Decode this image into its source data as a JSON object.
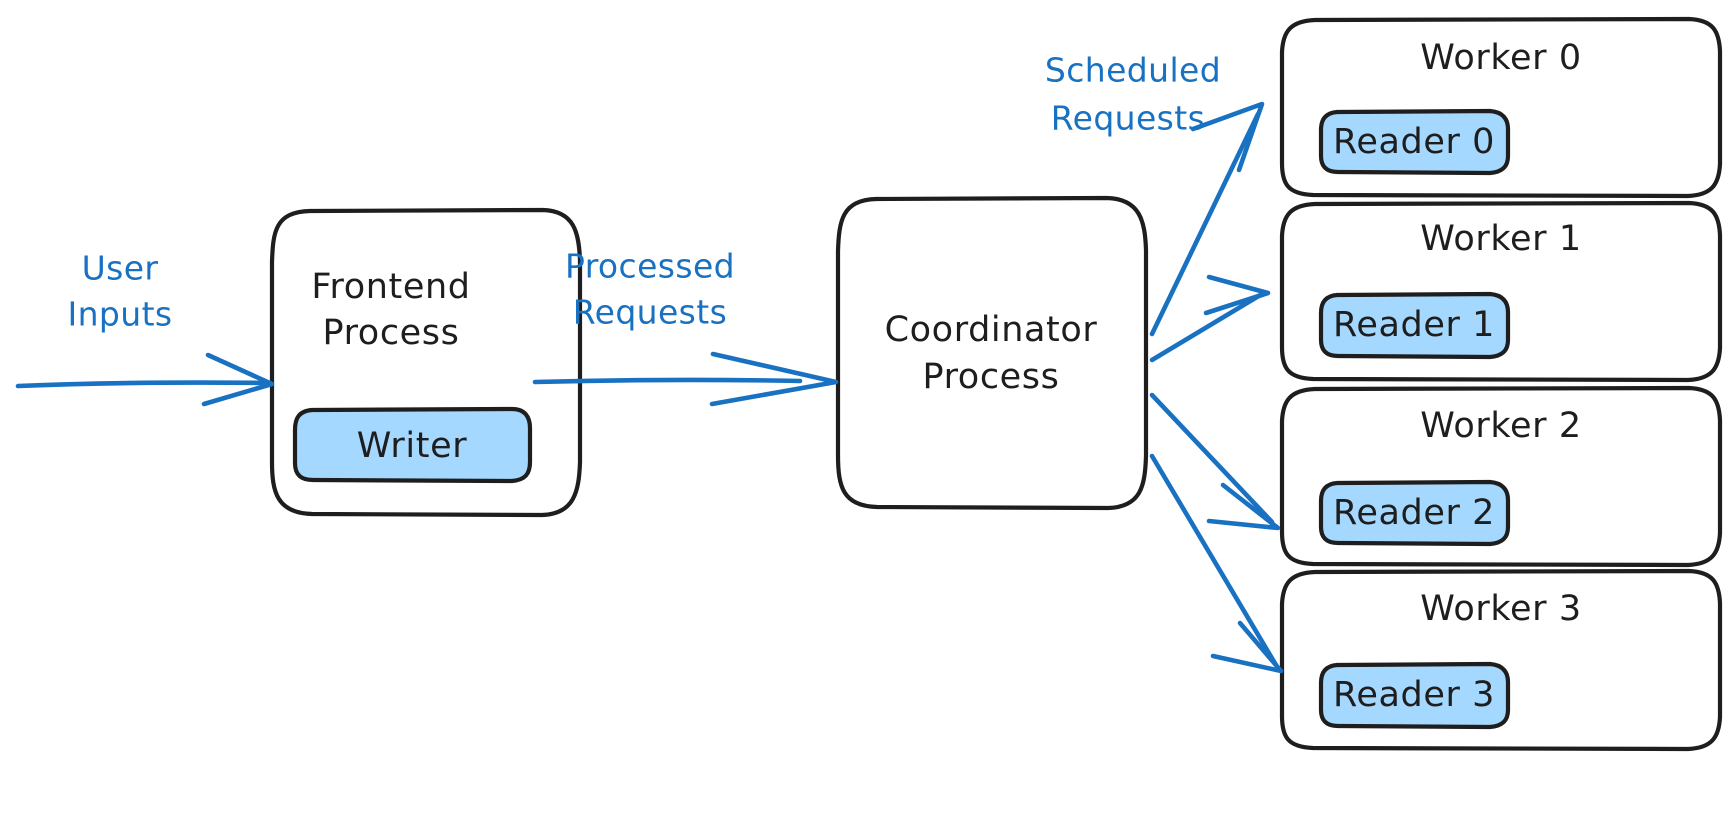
{
  "diagram": {
    "title": "Frontend / Coordinator / Worker process architecture",
    "colors": {
      "stroke": "#1e1e1e",
      "accent": "#1971c2",
      "fill_blue": "#a5d8ff",
      "background": "#ffffff"
    },
    "nodes": [
      {
        "id": "frontend",
        "label_line1": "Frontend",
        "label_line2": "Process",
        "child_label": "Writer"
      },
      {
        "id": "coordinator",
        "label_line1": "Coordinator",
        "label_line2": "Process"
      },
      {
        "id": "worker0",
        "label": "Worker 0",
        "child_label": "Reader 0"
      },
      {
        "id": "worker1",
        "label": "Worker 1",
        "child_label": "Reader 1"
      },
      {
        "id": "worker2",
        "label": "Worker 2",
        "child_label": "Reader 2"
      },
      {
        "id": "worker3",
        "label": "Worker 3",
        "child_label": "Reader 3"
      }
    ],
    "edges": [
      {
        "id": "user-inputs",
        "label_line1": "User",
        "label_line2": "Inputs",
        "from": "",
        "to": "frontend"
      },
      {
        "id": "processed-requests",
        "label_line1": "Processed",
        "label_line2": "Requests",
        "from": "frontend",
        "to": "coordinator"
      },
      {
        "id": "scheduled-requests",
        "label_line1": "Scheduled",
        "label_line2": "Requests",
        "from": "coordinator",
        "to": "workers"
      }
    ]
  }
}
